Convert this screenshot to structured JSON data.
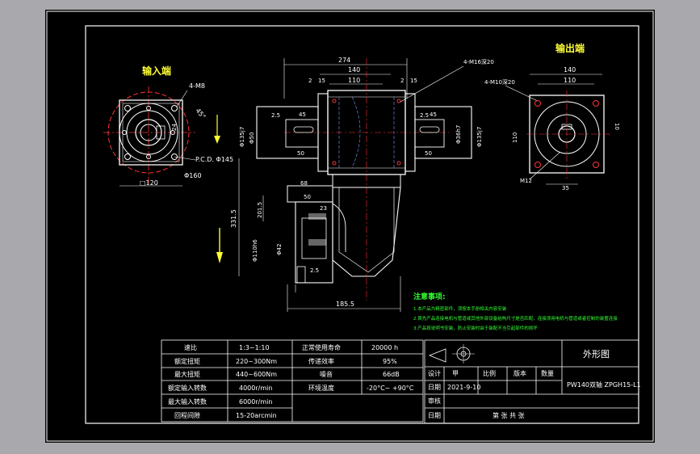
{
  "labels": {
    "input_end": "输入端",
    "output_end": "输出端"
  },
  "dims": {
    "d274": "274",
    "d140a": "140",
    "d110a": "110",
    "d2a": "2",
    "d15a": "15",
    "d2b": "2",
    "d15b": "15",
    "d25a": "2.5",
    "d45a": "45",
    "d50a": "50",
    "d25b": "2.5",
    "d45b": "45",
    "d50b": "50",
    "phi135j7a": "Φ135j7",
    "phi50": "Φ50",
    "phi135j7b": "Φ135j7",
    "phi36h7": "Φ36h7",
    "d3315": "331.5",
    "d2015": "201.5",
    "d68": "68",
    "d50c": "50",
    "d23": "23",
    "phi42": "Φ42",
    "phi110h6": "Φ110h6",
    "d25c": "2.5",
    "d1855": "185.5",
    "m16": "4-M16深20",
    "m10": "4-M10深20",
    "d140b": "140",
    "d110b": "110",
    "d10": "10",
    "d110c": "110",
    "m12": "M12",
    "d35": "35",
    "m8": "4-M8",
    "d45deg": "45°",
    "pcd": "P.C.D. Φ145",
    "phi160": "Φ160",
    "d120": "□120",
    "d24": "24"
  },
  "notes": {
    "title": "注意事项:",
    "items": [
      "1.本产品为精密部件，须按本手册相关内容安装",
      "2.首先产品连接电机与管道或其他外部设备结构尺寸是否匹配，连接须用电机与管道或者控制的装置连接",
      "3.产品按说明书安装，防止安装时由于装配不当引起部件的损坏"
    ]
  },
  "spec_table": [
    [
      "速比",
      "1:3~1:10",
      "正常使用寿命",
      "20000 h"
    ],
    [
      "额定扭矩",
      "220~300Nm",
      "传递效率",
      "95%"
    ],
    [
      "最大扭矩",
      "440~600Nm",
      "噪音",
      "66dB"
    ],
    [
      "额定输入转数",
      "4000r/min",
      "环境温度",
      "-20°C~ +90°C"
    ],
    [
      "最大输入转数",
      "6000r/min",
      "",
      ""
    ],
    [
      "回程间隙",
      "15-20arcmin",
      "",
      ""
    ]
  ],
  "title_block": {
    "drawing_name": "外形图",
    "model": "PW140双轴 ZPGH15-L1",
    "design_label": "设计",
    "designer": "甲",
    "date_label": "日期",
    "date": "2021-9-10",
    "scale_label": "比例",
    "version_label": "版本",
    "qty_label": "数量",
    "review_label": "审核",
    "date2_label": "日期",
    "sheet_info": "第    张    共    张"
  },
  "colors": {
    "line": "#ffffff",
    "dim": "#ffffff",
    "red": "#ff3333",
    "label": "#ffff33",
    "note": "#33ff33",
    "hidden": "#7a9cff"
  }
}
